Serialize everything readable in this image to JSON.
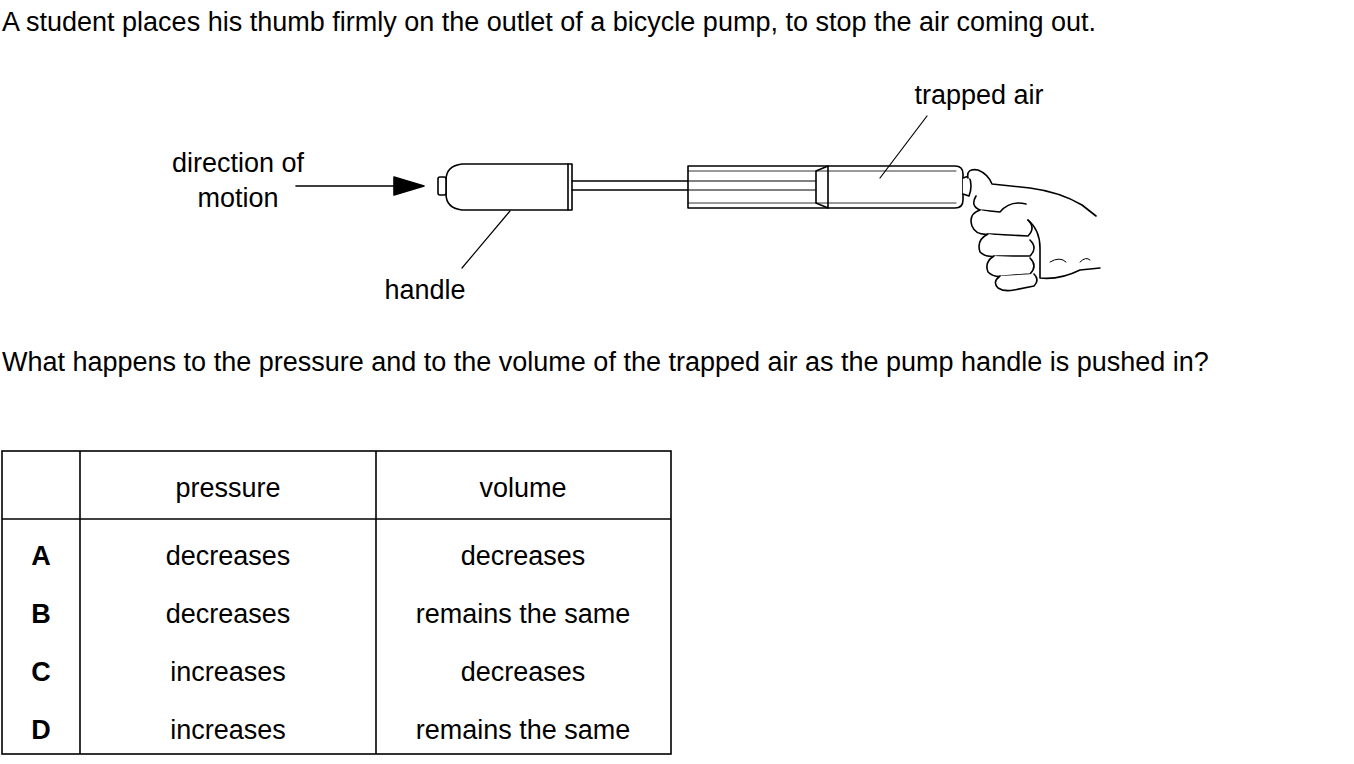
{
  "diagram": {
    "labels": [
      "A student places his thumb firmly on the outlet of a bicycle pump, to stop the air coming out.",
      "trapped air",
      "direction of motion",
      "handle",
      "What happens to the pressure and to the volume of the trapped air as the pump handle is pushed in?",
      "pressure",
      "volume",
      "A",
      "decreases",
      "decreases",
      "B",
      "decreases",
      "remains the same",
      "C",
      "increases",
      "decreases",
      "D",
      "increases",
      "remains the same"
    ]
  }
}
